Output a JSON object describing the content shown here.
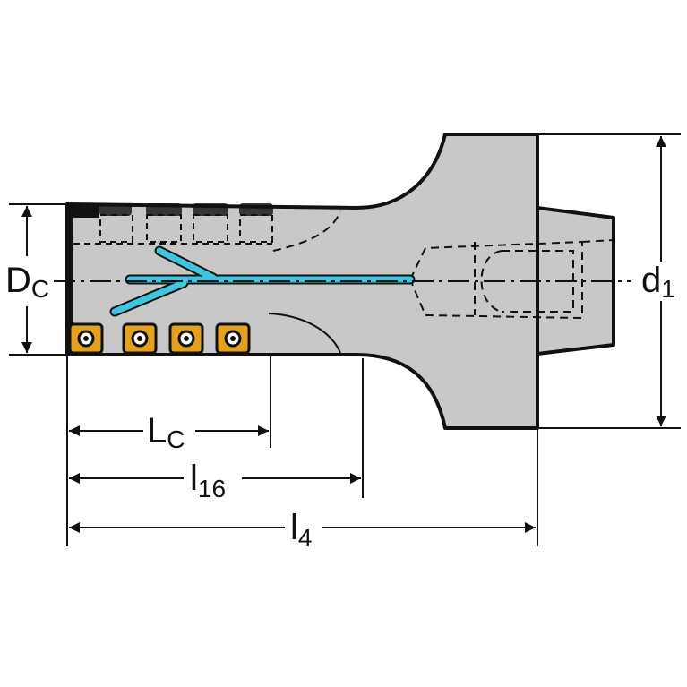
{
  "labels": {
    "dc_main": "D",
    "dc_sub": "C",
    "d1_main": "d",
    "d1_sub": "1",
    "lc_main": "L",
    "lc_sub": "C",
    "l16_main": "l",
    "l16_sub": "16",
    "l4_main": "l",
    "l4_sub": "4"
  },
  "colors": {
    "body": "#c8c8c8",
    "outline": "#111111",
    "coolant": "#3ec6e0",
    "insert": "#e4a11b"
  }
}
